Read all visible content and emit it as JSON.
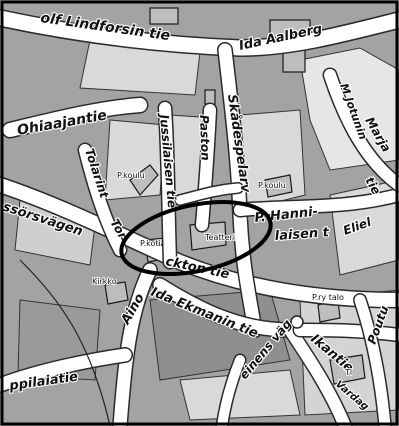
{
  "map": {
    "streets": [
      {
        "id": "lindforsin-tie",
        "label": "olf Lindforsin tie"
      },
      {
        "id": "ida-aalberg",
        "label": "Ida Aalberg"
      },
      {
        "id": "ohiaajantie",
        "label": "Ohiaajantie"
      },
      {
        "id": "tolarint",
        "label": "Tolarint"
      },
      {
        "id": "jussilaisen-tie",
        "label": "Jussilaisen tie"
      },
      {
        "id": "paston",
        "label": "Paston"
      },
      {
        "id": "skadespelarv",
        "label": "Skådespelarv"
      },
      {
        "id": "p-hanni",
        "label": "P. Hanni-"
      },
      {
        "id": "laisen-t",
        "label": "laisen t"
      },
      {
        "id": "marja-jylhan",
        "label": "Marja"
      },
      {
        "id": "m-jotunin",
        "label": "M Jotunin"
      },
      {
        "id": "tie-right",
        "label": "tie"
      },
      {
        "id": "elie",
        "label": "Eliel"
      },
      {
        "id": "sorsvagen",
        "label": "ssörsvägen"
      },
      {
        "id": "tor",
        "label": "Tor"
      },
      {
        "id": "ckton-tie",
        "label": "ckton tie"
      },
      {
        "id": "aino",
        "label": "Aino"
      },
      {
        "id": "ida-ekmanin-tie",
        "label": "Ida Ekmanin tie"
      },
      {
        "id": "ikantie",
        "label": "Ikantie"
      },
      {
        "id": "ppilaiatie",
        "label": "ppilaiatie"
      },
      {
        "id": "einens-vag",
        "label": "einens väg"
      },
      {
        "id": "poutu",
        "label": "Poutu"
      },
      {
        "id": "vardag",
        "label": "Vardag"
      }
    ],
    "poi": [
      {
        "id": "p-koulu-left",
        "label": "P.koulu"
      },
      {
        "id": "p-koulu-right",
        "label": "P.koulu"
      },
      {
        "id": "p-koti",
        "label": "P.koti"
      },
      {
        "id": "teatteri",
        "label": "Teatteri"
      },
      {
        "id": "kirkko",
        "label": "Kirkko"
      },
      {
        "id": "p-ry-talo",
        "label": "P.ry talo"
      },
      {
        "id": "tl",
        "label": "Tl"
      }
    ]
  }
}
